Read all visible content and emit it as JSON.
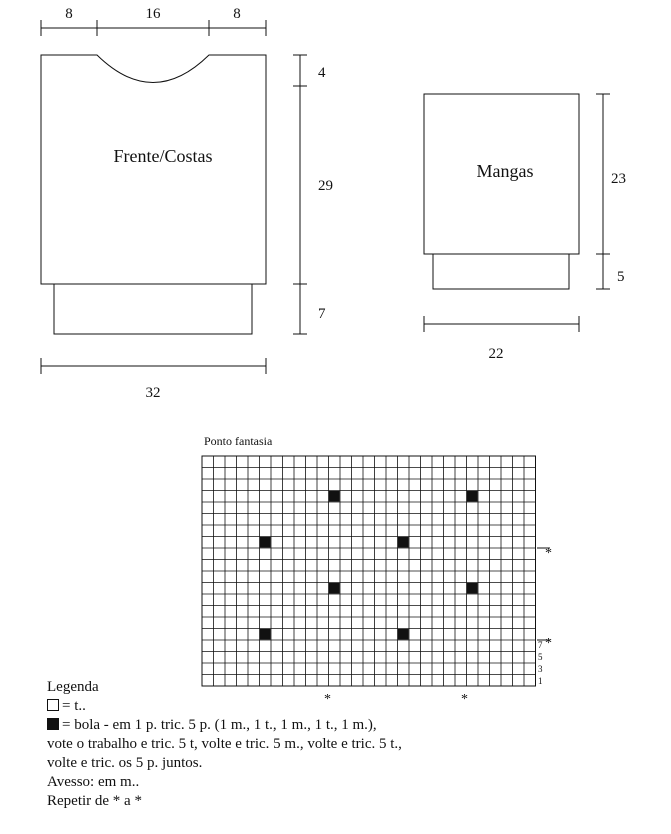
{
  "front_back": {
    "label": "Frente/Costas",
    "top_widths": [
      "8",
      "16",
      "8"
    ],
    "heights": [
      "4",
      "29",
      "7"
    ],
    "bottom_width": "32"
  },
  "sleeves": {
    "label": "Mangas",
    "heights": [
      "23",
      "5"
    ],
    "bottom_width": "22"
  },
  "chart": {
    "title": "Ponto fantasia",
    "row_numbers": [
      "7",
      "5",
      "3",
      "1"
    ],
    "repeat_marker": "*"
  },
  "legend": {
    "title": "Legenda",
    "knit_symbol": "= t..",
    "bobble_lines": [
      "= bola - em 1 p. tric. 5 p. (1 m., 1 t., 1 m., 1 t., 1 m.),",
      "vote o trabalho e tric. 5 t, volte e tric. 5 m., volte e tric. 5 t.,",
      "volte e tric. os 5 p. juntos."
    ],
    "wrong_side": "Avesso: em m..",
    "repeat": "Repetir de * a *"
  }
}
